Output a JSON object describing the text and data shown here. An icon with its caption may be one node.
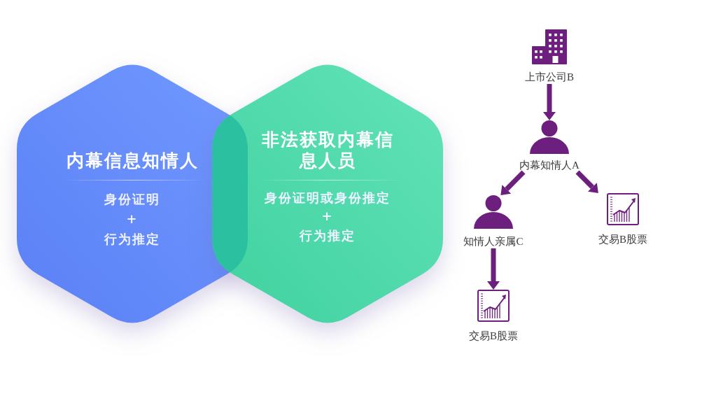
{
  "diagram": {
    "nodes": [
      {
        "text": [
          "内幕信息知情人",
          "身份证明",
          "+",
          "行为推定"
        ]
      },
      {
        "text": [
          "非法获取内幕信息人员",
          "身份证明或身份推定",
          "+",
          "行为推定"
        ]
      },
      {
        "text": [
          "上市公司B"
        ]
      },
      {
        "text": [
          "内幕知情人A"
        ]
      },
      {
        "text": [
          "知情人亲属C"
        ]
      },
      {
        "text": [
          "交易B股票"
        ]
      },
      {
        "text": [
          "交易B股票"
        ]
      }
    ],
    "edges": [
      {
        "from": 2,
        "to": 3,
        "arrow": "to"
      },
      {
        "from": 3,
        "to": 4,
        "arrow": "to"
      },
      {
        "from": 3,
        "to": 5,
        "arrow": "to"
      },
      {
        "from": 4,
        "to": 6,
        "arrow": "to"
      }
    ]
  }
}
